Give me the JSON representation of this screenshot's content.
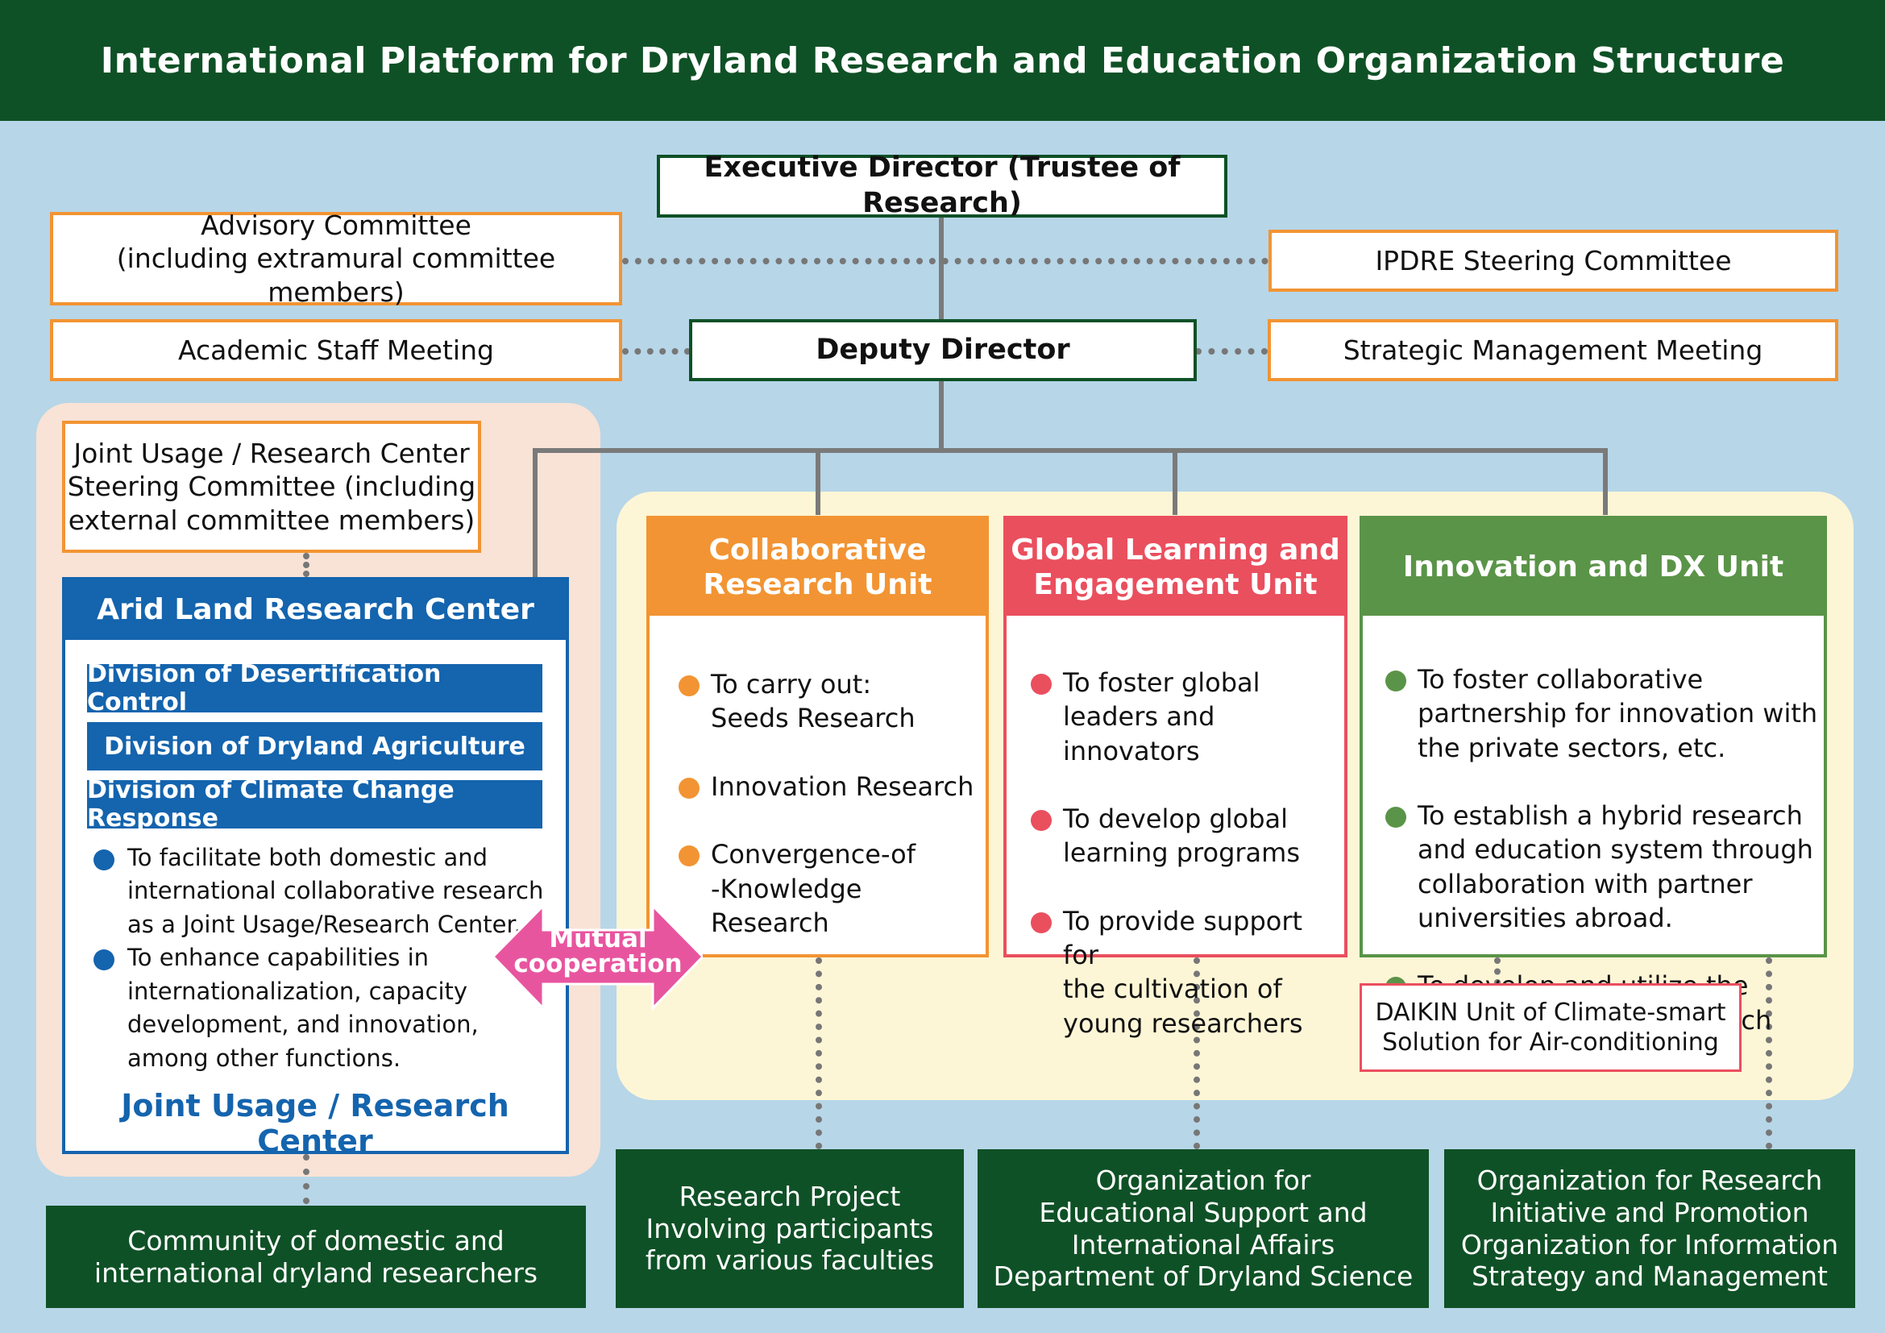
{
  "title": "International Platform for Dryland Research and Education Organization Structure",
  "executive_director": "Executive Director (Trustee of Research)",
  "advisory_committee": {
    "line1": "Advisory Committee",
    "line2": "(including extramural committee members)"
  },
  "ipdre_steering": "IPDRE Steering Committee",
  "academic_staff": "Academic Staff Meeting",
  "deputy_director": "Deputy Director",
  "strategic_meeting": "Strategic Management Meeting",
  "joint_steering": {
    "line1": "Joint Usage / Research Center",
    "line2": "Steering Committee (including",
    "line3": "external committee members)"
  },
  "arid_center": {
    "title": "Arid Land Research Center",
    "divisions": [
      "Division of Desertification Control",
      "Division of Dryland Agriculture",
      "Division of Climate Change Response"
    ],
    "bullets": [
      "To facilitate both domestic and international collaborative research as a Joint Usage/Research Center.",
      "To enhance capabilities in internationalization, capacity development, and innovation, among other functions."
    ],
    "footer": "Joint Usage / Research Center"
  },
  "mutual": {
    "line1": "Mutual",
    "line2": "cooperation"
  },
  "units": {
    "collab": {
      "title1": "Collaborative",
      "title2": "Research Unit",
      "items": [
        "To carry out:\nSeeds Research",
        "Innovation Research",
        "Convergence-of\n-Knowledge Research"
      ]
    },
    "global": {
      "title1": "Global Learning and",
      "title2": "Engagement Unit",
      "items": [
        "To foster global\nleaders and innovators",
        "To develop global\nlearning programs",
        "To provide support for\nthe cultivation of\nyoung researchers"
      ]
    },
    "innovation": {
      "title": "Innovation and DX Unit",
      "items": [
        "To foster collaborative\npartnership for innovation with\nthe private sectors, etc.",
        "To establish a hybrid research\nand education system through\ncollaboration with partner\nuniversities abroad.",
        "To develop and utilize the\nHamasaka Digital Research Park"
      ]
    }
  },
  "daikin": {
    "line1": "DAIKIN  Unit of Climate-smart",
    "line2": "Solution for Air-conditioning"
  },
  "bottom": {
    "community": {
      "line1": "Community of domestic and",
      "line2": "international dryland researchers"
    },
    "research_project": {
      "line1": "Research Project",
      "line2": "Involving participants",
      "line3": "from various faculties"
    },
    "org_education": {
      "line1": "Organization for",
      "line2": "Educational Support and",
      "line3": "International Affairs",
      "line4": "Department of Dryland Science"
    },
    "org_research": {
      "line1": "Organization for Research",
      "line2": "Initiative and Promotion",
      "line3": "Organization for Information",
      "line4": "Strategy and Management"
    }
  },
  "colors": {
    "dark_green": "#0f5126",
    "orange": "#f29433",
    "red": "#ea4f5e",
    "green": "#5a9448",
    "blue": "#1464ae",
    "pink": "#e8559f",
    "background": "#b7d6e8"
  }
}
